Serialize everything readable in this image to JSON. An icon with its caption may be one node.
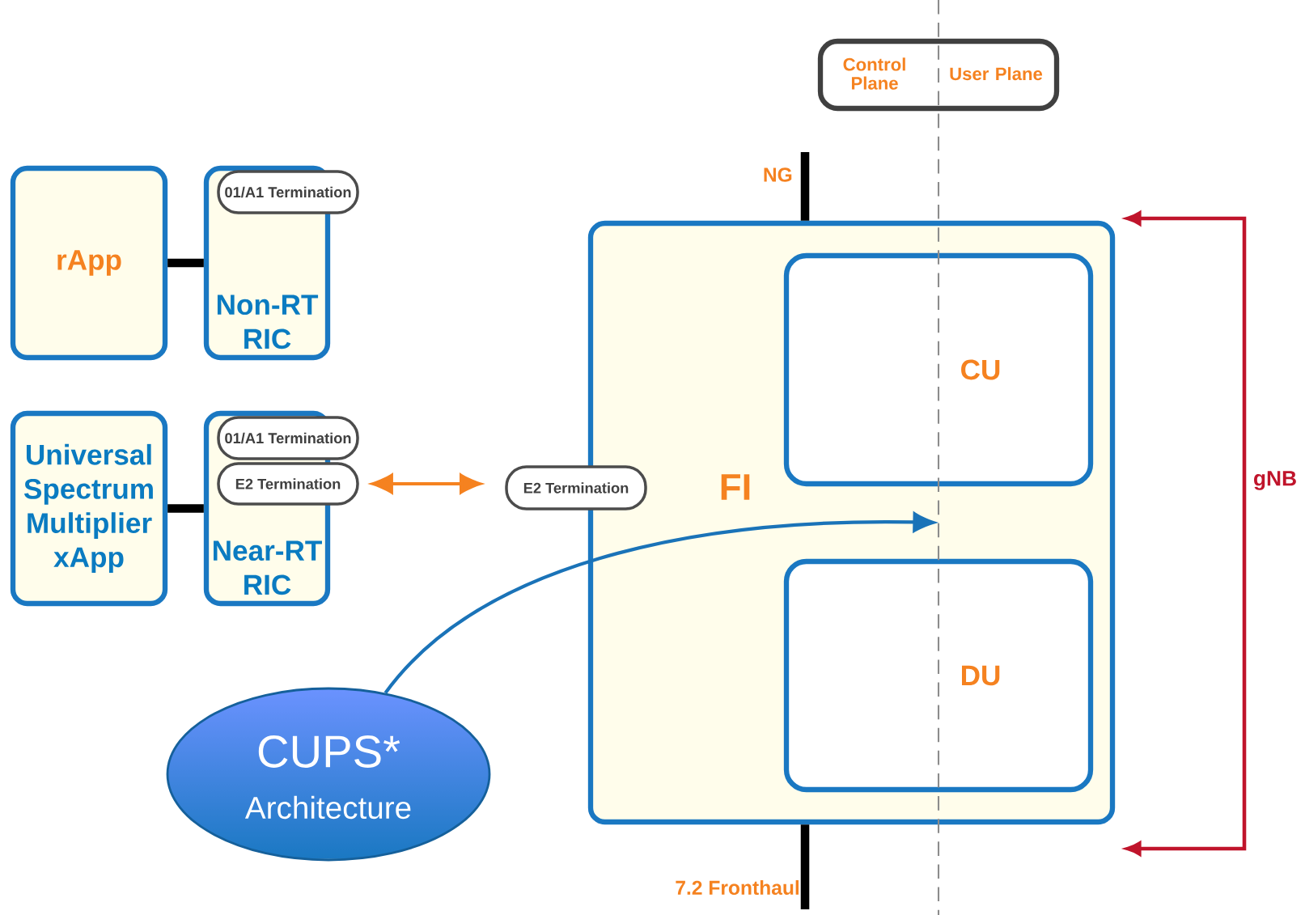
{
  "diagram": {
    "nodes": [
      {
        "text": [
          "Control Plane",
          "User Plane"
        ]
      },
      {
        "text": [
          "rApp"
        ]
      },
      {
        "text": [
          "Non-RT RIC"
        ]
      },
      {
        "text": [
          "01/A1 Termination"
        ]
      },
      {
        "text": [
          "Universal Spectrum Multiplier xApp"
        ]
      },
      {
        "text": [
          "Near-RT RIC"
        ]
      },
      {
        "text": [
          "01/A1 Termination"
        ]
      },
      {
        "text": [
          "E2 Termination"
        ]
      },
      {
        "text": [
          "E2 Termination"
        ]
      },
      {
        "text": [
          "FI"
        ]
      },
      {
        "text": [
          "CU"
        ],
        "in": 9
      },
      {
        "text": [
          "DU"
        ],
        "in": 9
      },
      {
        "text": [
          "CUPS*",
          "Architecture"
        ]
      }
    ],
    "edges": [
      {
        "from": 1,
        "to": 2,
        "arrow": "none"
      },
      {
        "from": 4,
        "to": 5,
        "arrow": "none"
      },
      {
        "from": 7,
        "to": 8,
        "arrow": "both",
        "color": "#f58220"
      },
      {
        "from": 12,
        "to": null,
        "arrow": "to",
        "color": "#1a73b8"
      },
      {
        "from": null,
        "to": 9,
        "arrow": "none",
        "label": "NG"
      },
      {
        "from": 9,
        "to": null,
        "arrow": "none",
        "label": "7.2 Fronthaul"
      }
    ],
    "labels": [
      "gNB"
    ]
  }
}
